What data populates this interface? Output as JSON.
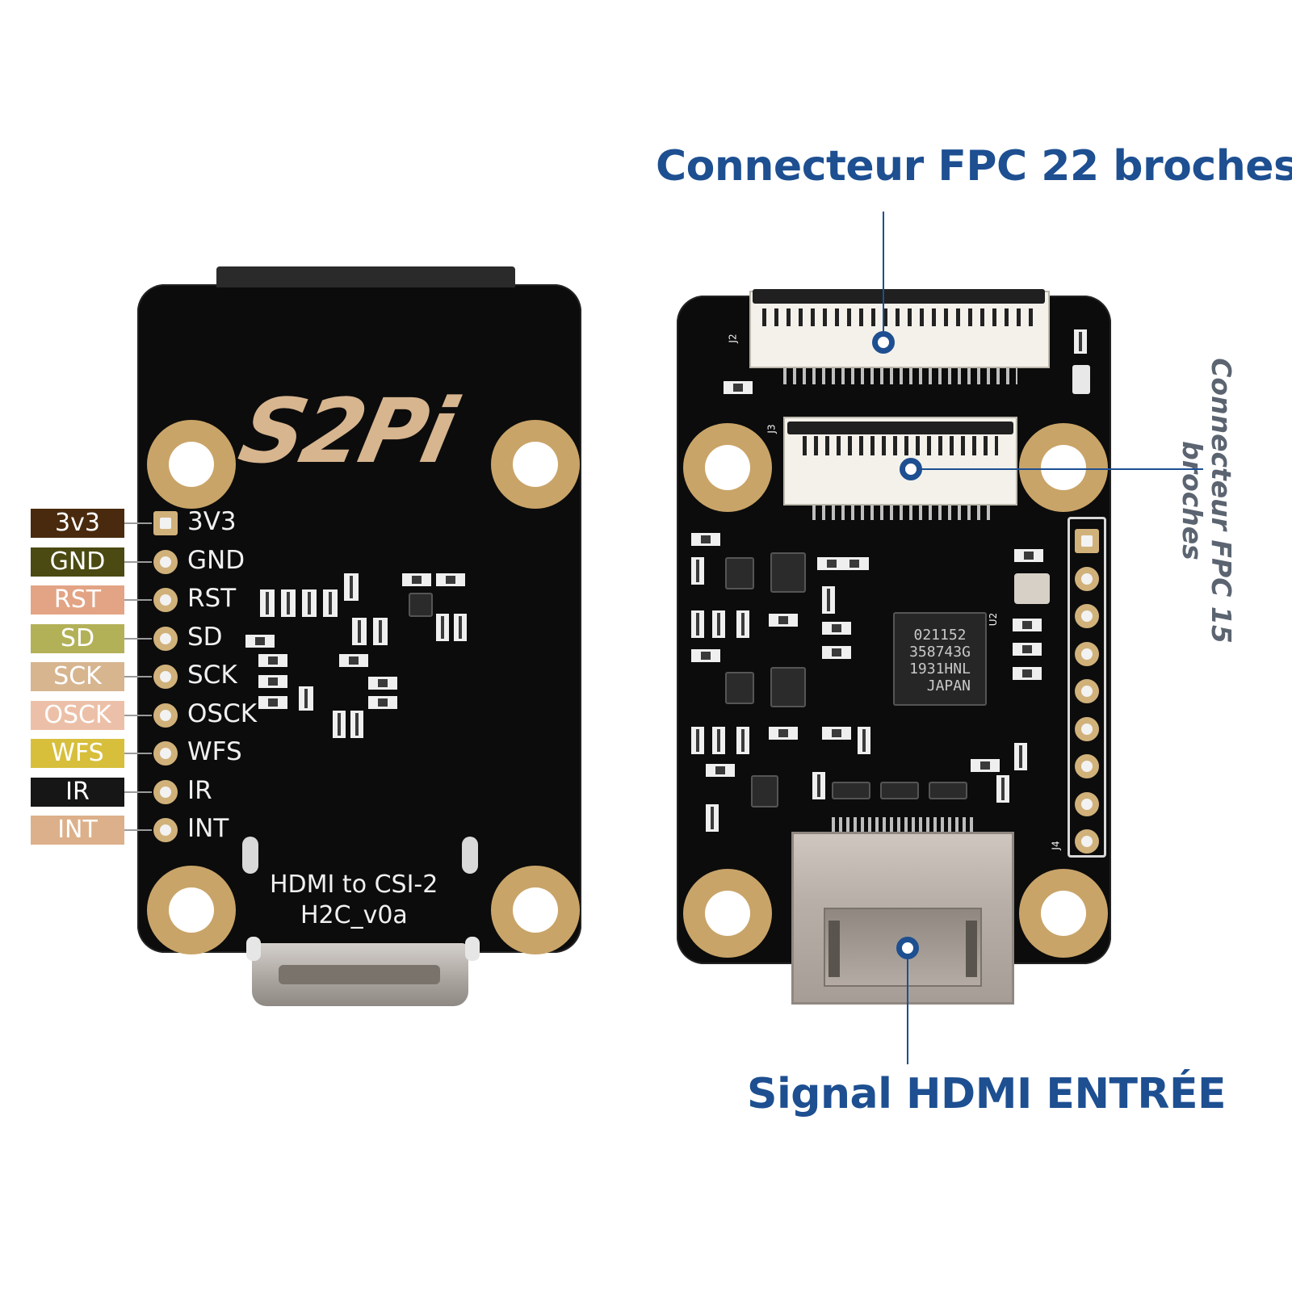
{
  "callouts": {
    "fpc22": "Connecteur FPC 22 broches",
    "fpc15": "Connecteur FPC 15 broches",
    "hdmi_in": "Signal HDMI ENTRÉE"
  },
  "pin_legend": [
    {
      "label": "3v3",
      "color": "#4a2a0e",
      "text_color": "#ffffff"
    },
    {
      "label": "GND",
      "color": "#4b4a12",
      "text_color": "#ffffff"
    },
    {
      "label": "RST",
      "color": "#e3a485",
      "text_color": "#ffffff"
    },
    {
      "label": "SD",
      "color": "#b3b157",
      "text_color": "#ffffff"
    },
    {
      "label": "SCK",
      "color": "#d7b58f",
      "text_color": "#ffffff"
    },
    {
      "label": "OSCK",
      "color": "#ecc0a8",
      "text_color": "#ffffff"
    },
    {
      "label": "WFS",
      "color": "#d7bf3c",
      "text_color": "#ffffff"
    },
    {
      "label": "IR",
      "color": "#161616",
      "text_color": "#ffffff"
    },
    {
      "label": "INT",
      "color": "#dcb08a",
      "text_color": "#ffffff"
    }
  ],
  "back_board": {
    "logo": "S2Pi",
    "pins": [
      "3V3",
      "GND",
      "RST",
      "SD",
      "SCK",
      "OSCK",
      "WFS",
      "IR",
      "INT"
    ],
    "line1": "HDMI to CSI-2",
    "line2": "H2C_v0a"
  },
  "front_board": {
    "chip_text": "021152\n358743G\n1931HNL\n  JAPAN",
    "ref_j2": "J2",
    "ref_j3": "J3",
    "ref_u2": "U2",
    "ref_j4": "J4"
  },
  "colors": {
    "callout_blue": "#1d4f91",
    "callout_grey": "#5b6470",
    "pcb": "#0c0c0c",
    "gold": "#c9a468"
  }
}
